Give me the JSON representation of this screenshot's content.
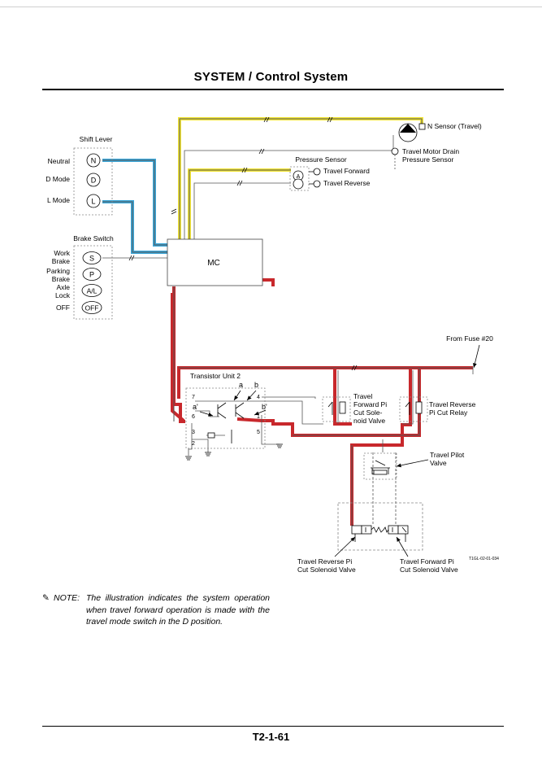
{
  "page": {
    "title": "SYSTEM / Control System",
    "page_number": "T2-1-61",
    "figure_code": "T1GL-02-01-034"
  },
  "colors": {
    "red_line": "#c8282c",
    "yellow_line": "#f2e533",
    "blue_line": "#3aa6d9",
    "wire": "#555555"
  },
  "shift_lever": {
    "label": "Shift Lever",
    "positions": [
      {
        "name": "Neutral",
        "symbol": "N"
      },
      {
        "name": "D Mode",
        "symbol": "D"
      },
      {
        "name": "L Mode",
        "symbol": "L"
      }
    ]
  },
  "brake_switch": {
    "label": "Brake Switch",
    "positions": [
      {
        "name_lines": [
          "Work",
          "Brake"
        ],
        "symbol": "S"
      },
      {
        "name_lines": [
          "Parking",
          "Brake"
        ],
        "symbol": "P"
      },
      {
        "name_lines": [
          "Axle",
          "Lock"
        ],
        "symbol": "A/L"
      },
      {
        "name_lines": [
          "OFF"
        ],
        "symbol": "OFF"
      }
    ]
  },
  "mc": {
    "label": "MC"
  },
  "sensors": {
    "n_sensor": "N Sensor (Travel)",
    "travel_motor_drain": [
      "Travel Motor Drain",
      "Pressure Sensor"
    ],
    "pressure_sensor": "Pressure Sensor",
    "travel_forward": "Travel Forward",
    "travel_reverse": "Travel Reverse",
    "a_symbol": "A"
  },
  "fuse": {
    "label": "From Fuse #20"
  },
  "transistor": {
    "label": "Transistor Unit 2",
    "pins": [
      "7",
      "6",
      "3",
      "2",
      "4",
      "1",
      "5"
    ],
    "markers": [
      "a",
      "b",
      "a'",
      "b'"
    ]
  },
  "valves": {
    "forward_pi_cut": [
      "Travel",
      "Forward  Pi",
      "Cut   Sole-",
      "noid Valve"
    ],
    "reverse_pi_cut_relay": [
      "Travel Reverse",
      "Pi Cut Relay"
    ],
    "travel_pilot": [
      "Travel Pilot",
      "Valve"
    ],
    "reverse_pi_cut_solenoid": [
      "Travel Reverse Pi",
      "Cut Solenoid Valve"
    ],
    "forward_pi_cut_solenoid": [
      "Travel Forward Pi",
      "Cut Solenoid Valve"
    ]
  },
  "note": {
    "lead": "NOTE:",
    "text": "The illustration indicates the system operation when travel forward operation is made with the travel mode switch in the D position."
  }
}
